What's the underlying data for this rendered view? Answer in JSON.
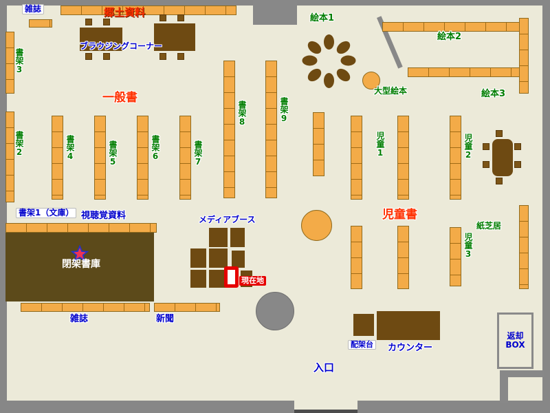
{
  "labels": {
    "magazines_top": "雑誌",
    "local_materials": "郷土資料",
    "browsing_corner": "ブラウジングコーナー",
    "picture_books_1": "絵本1",
    "picture_books_2": "絵本2",
    "picture_books_3": "絵本3",
    "large_picture_books": "大型絵本",
    "general_books": "一般書",
    "shelf_2": "書架2",
    "shelf_3": "書架3",
    "shelf_4": "書架4",
    "shelf_5": "書架5",
    "shelf_6": "書架6",
    "shelf_7": "書架7",
    "shelf_8": "書架8",
    "shelf_9": "書架9",
    "children_1": "児童1",
    "children_2": "児童2",
    "children_3": "児童3",
    "children_books": "児童書",
    "kamishibai": "紙芝居",
    "shelf_1_bunko": "書架1（文庫）",
    "audiovisual": "視聴覚資料",
    "media_booth": "メディアブース",
    "closed_stacks": "閉架書庫",
    "current_location": "現在地",
    "magazines_bottom": "雑誌",
    "newspapers": "新聞",
    "shelving_stand": "配架台",
    "counter": "カウンター",
    "return_box_line1": "返却",
    "return_box_line2": "BOX",
    "entrance": "入口"
  },
  "colors": {
    "floor": "#ecead9",
    "wall": "#878787",
    "shelf": "#f3ab48",
    "shelf_border": "#8f6a1d",
    "furniture": "#6e4a12",
    "closed_stacks_fill": "#5c4a1a",
    "label_green": "#007d00",
    "label_blue": "#0000cc",
    "label_red": "#ff3000",
    "current_location_red": "#e60000"
  }
}
